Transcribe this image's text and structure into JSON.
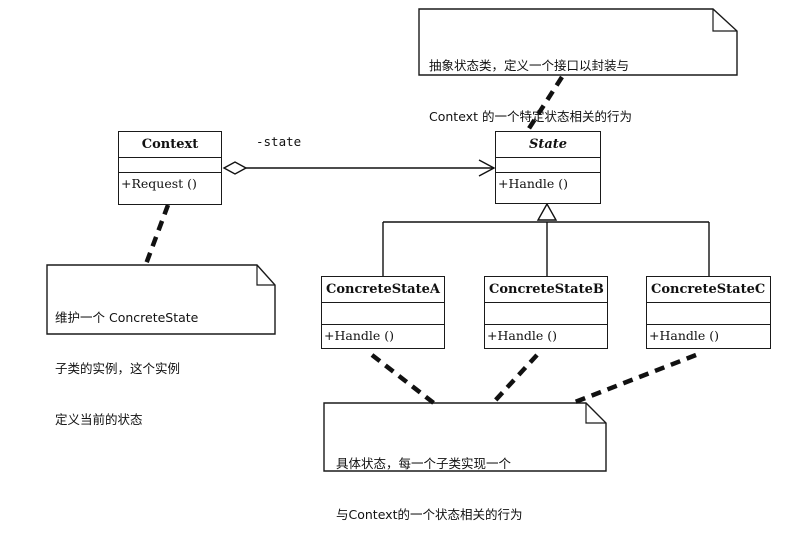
{
  "classes": {
    "context": {
      "name": "Context",
      "operation": "+Request ()"
    },
    "state": {
      "name": "State",
      "operation": "+Handle ()"
    },
    "a": {
      "name": "ConcreteStateA",
      "operation": "+Handle ()"
    },
    "b": {
      "name": "ConcreteStateB",
      "operation": "+Handle ()"
    },
    "c": {
      "name": "ConcreteStateC",
      "operation": "+Handle ()"
    }
  },
  "association": {
    "role": "-state"
  },
  "notes": {
    "state_note": {
      "line1": "抽象状态类，定义一个接口以封装与",
      "line2": "Context 的一个特定状态相关的行为"
    },
    "context_note": {
      "line1": "维护一个 ConcreteState",
      "line2": "子类的实例，这个实例",
      "line3": "定义当前的状态"
    },
    "concrete_note": {
      "line1": "具体状态，每一个子类实现一个",
      "line2": "与Context的一个状态相关的行为"
    }
  }
}
